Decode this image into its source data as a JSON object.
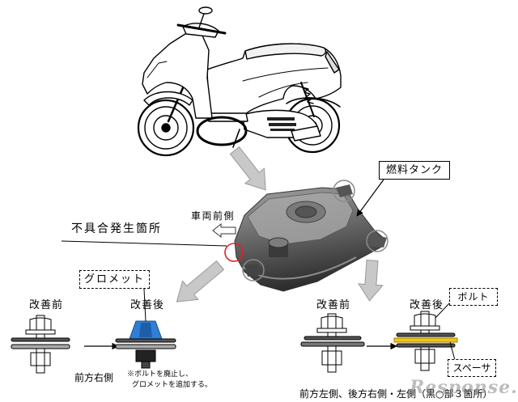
{
  "callouts": {
    "fuel_tank": "燃料タンク",
    "vehicle_front": "車両前側",
    "defect_location": "不具合発生箇所",
    "grommet": "グロメット",
    "bolt": "ボルト",
    "spacer": "スペーサ"
  },
  "front_right_fix": {
    "before_label": "改善前",
    "after_label": "改善後",
    "location": "前方右側",
    "note": [
      "※ボルトを廃止し、",
      "グロメットを追加する。"
    ]
  },
  "other_mounts_fix": {
    "before_label": "改善前",
    "after_label": "改善後",
    "location": "前方左側、後方右側・左側（黒○部３箇所）"
  },
  "watermark": "Response.",
  "colors": {
    "grommet": "#2f7fd6",
    "grommet_core": "#1d5ea8",
    "spacer": "#f2c618",
    "defect_marker": "#e02020",
    "guide_arrow": "#c8c8c8",
    "tank_light": "#a2a2a2",
    "tank_dark": "#2c2c2c"
  }
}
